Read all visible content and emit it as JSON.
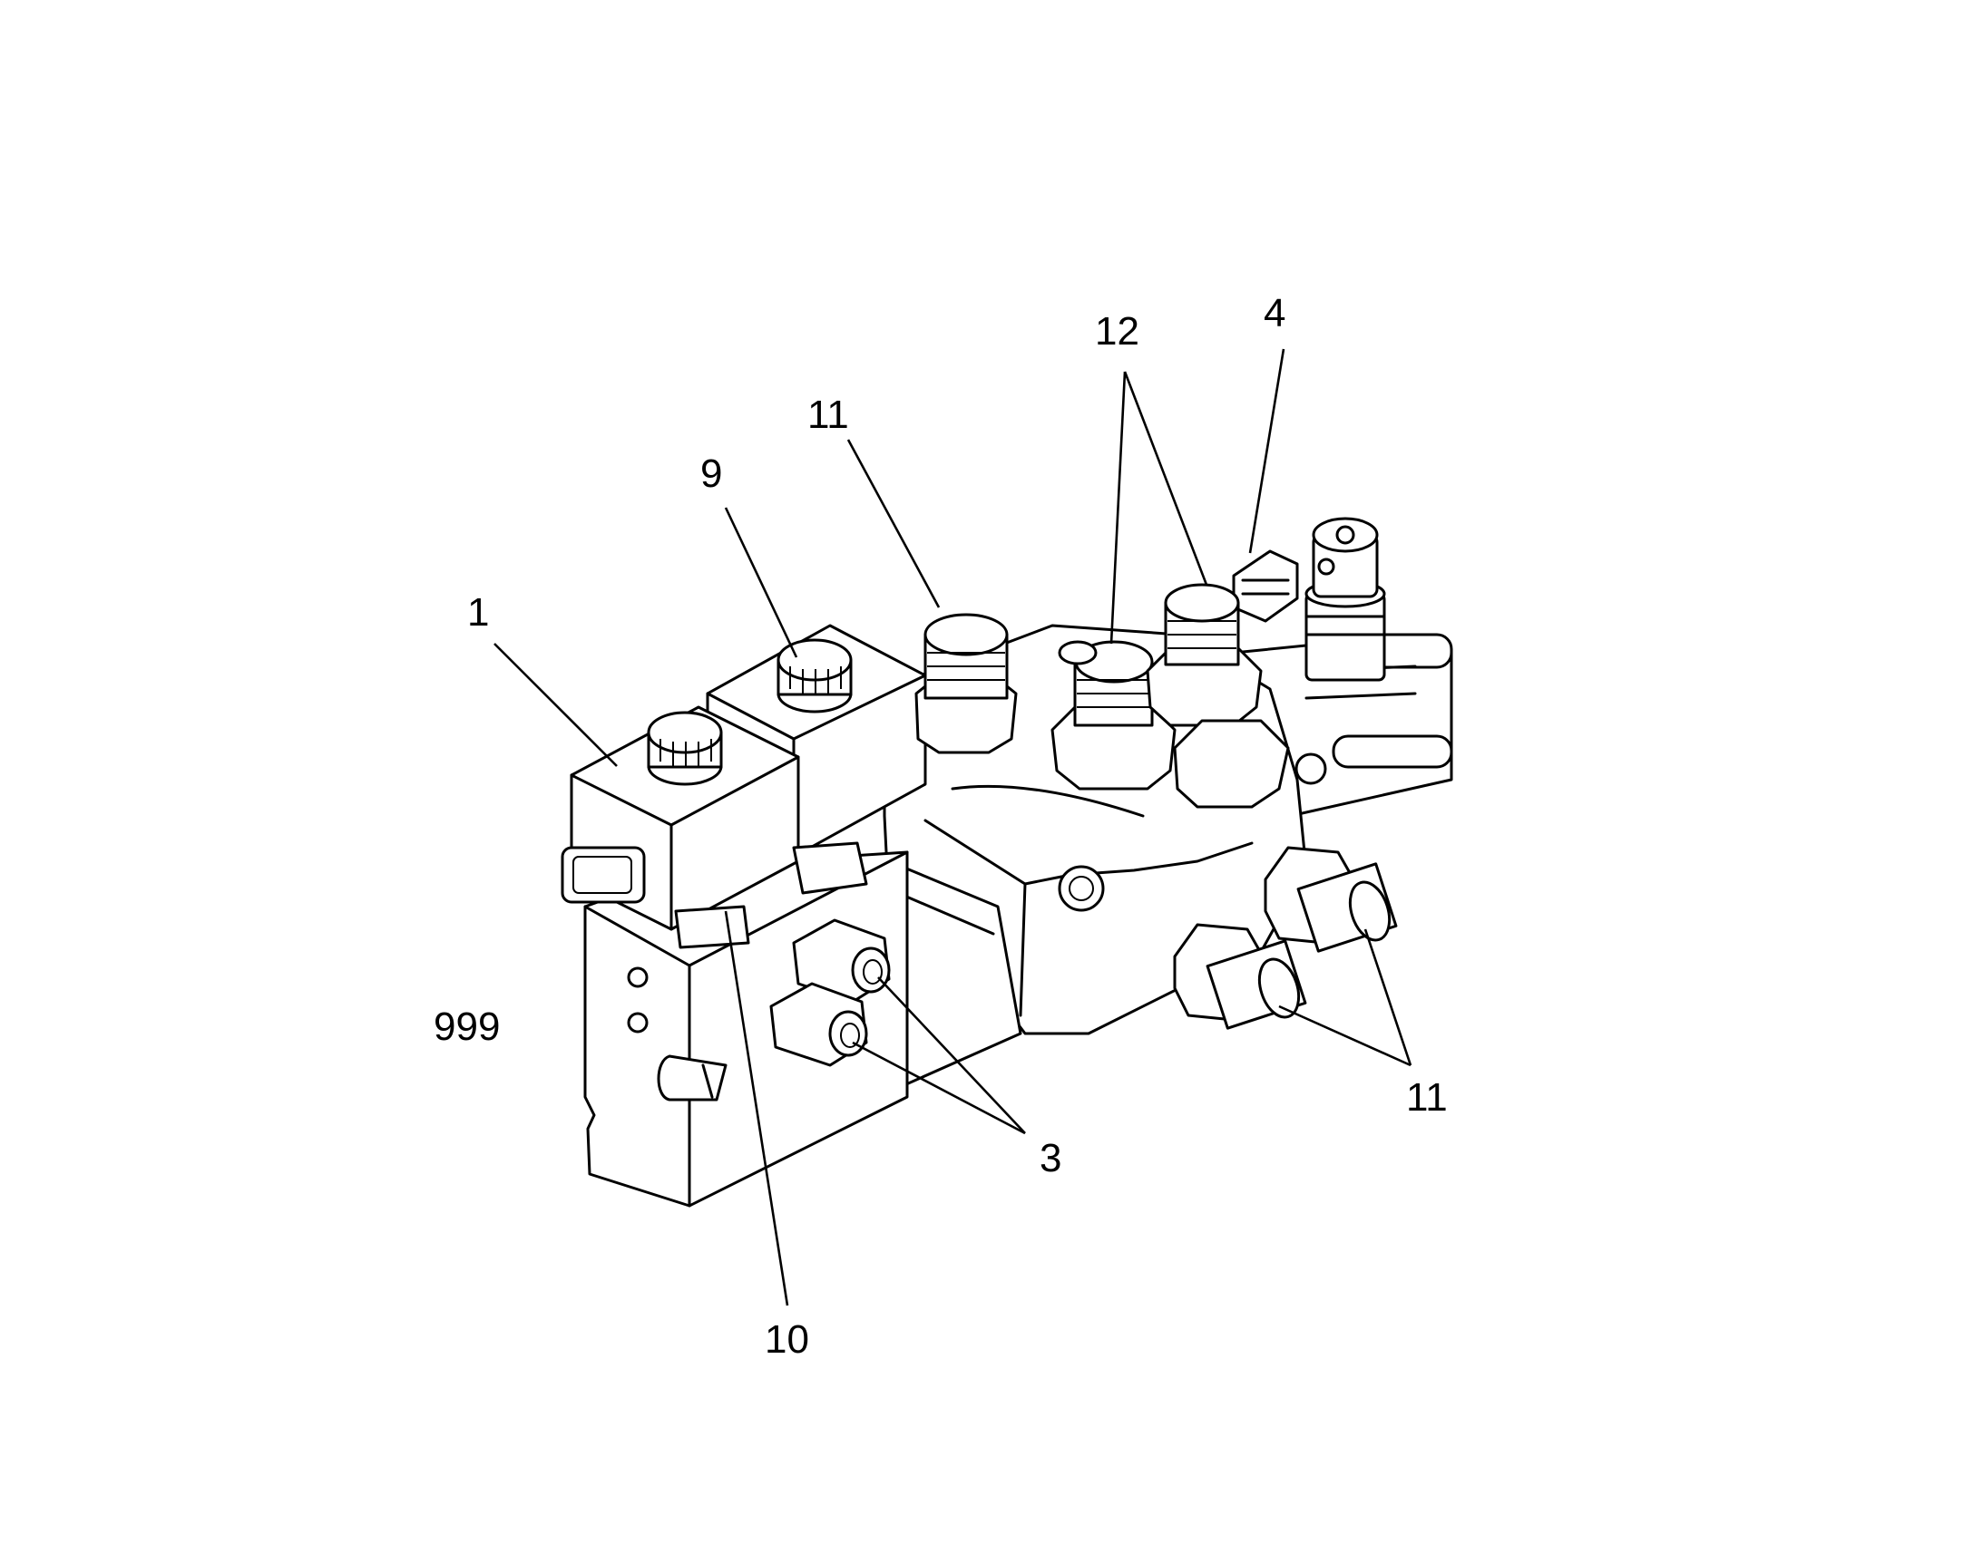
{
  "drawing": {
    "figure_id": "999",
    "callouts": [
      {
        "id": "c1",
        "label": "1"
      },
      {
        "id": "c9",
        "label": "9"
      },
      {
        "id": "c11a",
        "label": "11"
      },
      {
        "id": "c12",
        "label": "12"
      },
      {
        "id": "c4",
        "label": "4"
      },
      {
        "id": "c11b",
        "label": "11"
      },
      {
        "id": "c3",
        "label": "3"
      },
      {
        "id": "c10",
        "label": "10"
      }
    ]
  }
}
